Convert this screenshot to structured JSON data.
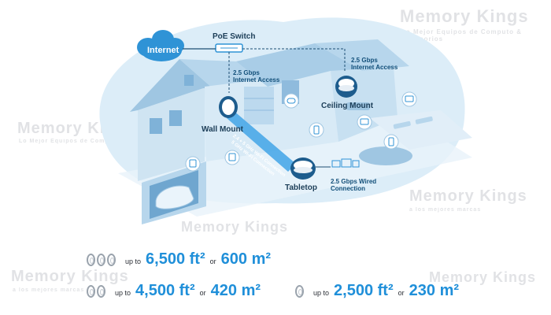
{
  "watermark": {
    "brand": "Memory Kings",
    "tagline_1": "Lo Mejor Equipos de Computo & Accesorios",
    "tagline_2": "a los mejores marcas"
  },
  "network": {
    "internet": "Internet",
    "poe_switch": "PoE Switch",
    "wall_mount": "Wall Mount",
    "ceiling_mount": "Ceiling Mount",
    "tabletop": "Tabletop",
    "speed_left_1": "2.5 Gbps",
    "speed_left_2": "Internet Access",
    "speed_right_1": "2.5 Gbps",
    "speed_right_2": "Internet Access",
    "wired_1": "2.5 Gbps Wired",
    "wired_2": "Connection",
    "wifi_1": "2.4 + 5 GHz Wi-Fi Connection",
    "wifi_2": "5 GHz Wi-Fi Connection"
  },
  "coverage": [
    {
      "pre": "up to",
      "area_ft": "6,500 ft²",
      "or": "or",
      "area_m": "600 m²",
      "units": 3
    },
    {
      "pre": "up to",
      "area_ft": "4,500 ft²",
      "or": "or",
      "area_m": "420 m²",
      "units": 2
    },
    {
      "pre": "up to",
      "area_ft": "2,500 ft²",
      "or": "or",
      "area_m": "230 m²",
      "units": 1
    }
  ],
  "colors": {
    "sky": "#dcedf8",
    "house_light": "#cfe4f2",
    "house_mid": "#9fc6e2",
    "house_dark": "#6fa6cf",
    "accent": "#1f8fd9",
    "cloud": "#2f93d6",
    "beam": "#4aa8e8"
  }
}
